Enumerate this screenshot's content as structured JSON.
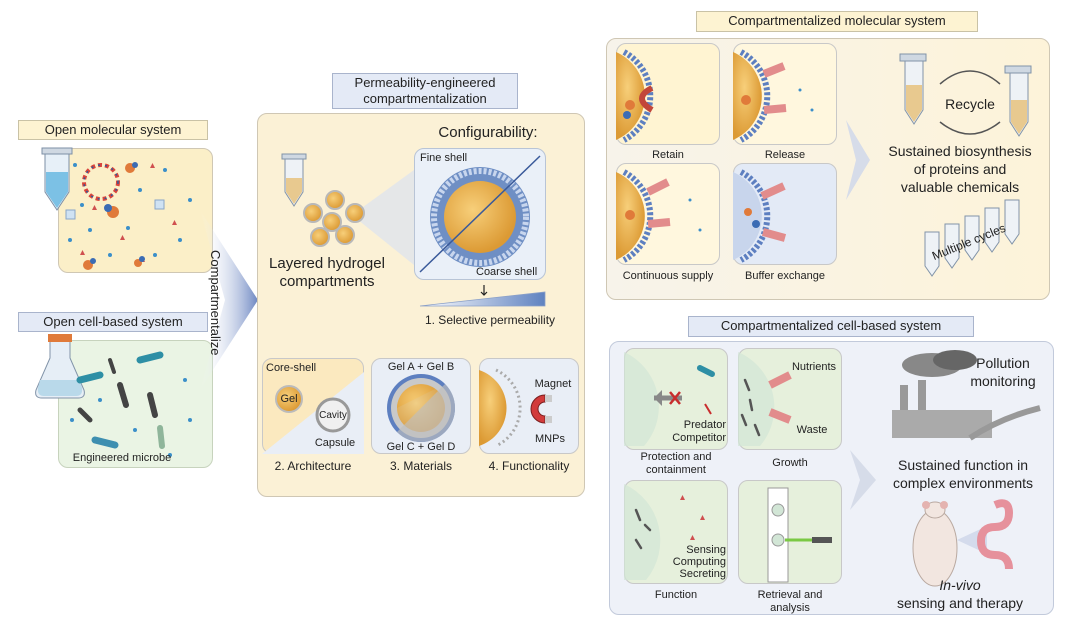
{
  "open_molecular": {
    "title": "Open molecular system"
  },
  "open_cell": {
    "title": "Open cell-based system",
    "microbe_label": "Engineered microbe"
  },
  "arrow_label": "Compartmentalize",
  "center": {
    "title_line1": "Permeability-engineered",
    "title_line2": "compartmentalization",
    "configurability": "Configurability:",
    "fine_shell": "Fine shell",
    "coarse_shell": "Coarse shell",
    "layered_line1": "Layered hydrogel",
    "layered_line2": "compartments",
    "selective": "1. Selective permeability",
    "architecture": {
      "core_shell": "Core-shell",
      "gel": "Gel",
      "cavity": "Cavity",
      "capsule": "Capsule",
      "caption": "2. Architecture"
    },
    "materials": {
      "top": "Gel A + Gel B",
      "bottom": "Gel C + Gel D",
      "caption": "3. Materials"
    },
    "functionality": {
      "magnet": "Magnet",
      "mnps": "MNPs",
      "caption": "4. Functionality"
    }
  },
  "comp_molecular": {
    "title": "Compartmentalized molecular system",
    "tiles": [
      "Retain",
      "Release",
      "Continuous supply",
      "Buffer exchange"
    ],
    "recycle": "Recycle",
    "sustained_line1": "Sustained biosynthesis",
    "sustained_line2": "of proteins and",
    "sustained_line3": "valuable chemicals",
    "multiple_cycles": "Multiple cycles"
  },
  "comp_cell": {
    "title": "Compartmentalized cell-based system",
    "predator": "Predator",
    "competitor": "Competitor",
    "protection_line1": "Protection and",
    "protection_line2": "containment",
    "nutrients": "Nutrients",
    "waste": "Waste",
    "growth": "Growth",
    "sensing": "Sensing",
    "computing": "Computing",
    "secreting": "Secreting",
    "function": "Function",
    "retrieval_line1": "Retrieval and",
    "retrieval_line2": "analysis",
    "pollution_line1": "Pollution",
    "pollution_line2": "monitoring",
    "sustained_line1": "Sustained function in",
    "sustained_line2": "complex environments",
    "invivo_italic": "In-vivo",
    "invivo_line2": "sensing and therapy"
  },
  "colors": {
    "cream": "#fdf3d2",
    "blue_panel": "#eef1f8",
    "gel_orange": "#eab04f",
    "arrow_blue": "#6d87c2"
  }
}
